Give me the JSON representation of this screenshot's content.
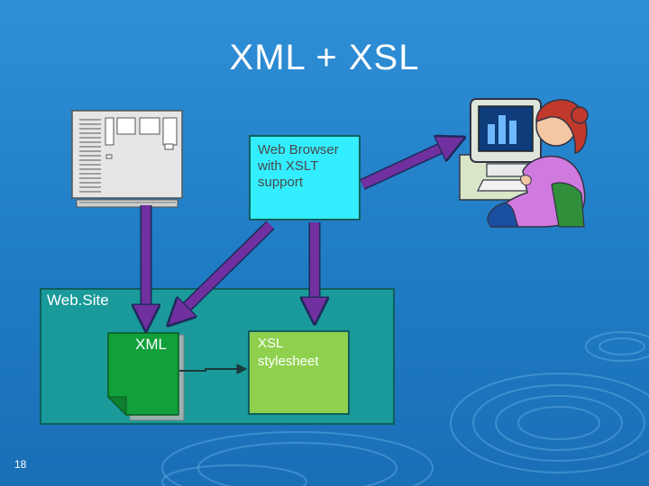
{
  "slide": {
    "title": "XML + XSL",
    "page_number": "18"
  },
  "nodes": {
    "browser": {
      "label_lines": [
        "Web Browser",
        "with XSLT",
        "support"
      ]
    },
    "website": {
      "label": "Web.Site"
    },
    "xml_doc": {
      "label": "XML"
    },
    "xsl_doc": {
      "label_lines": [
        "XSL",
        "stylesheet"
      ]
    }
  },
  "colors": {
    "background": "#1f7cc4",
    "website_fill": "#1a9a9a",
    "browser_fill": "#33eeff",
    "xml_fill": "#11a03a",
    "xsl_fill": "#8fd14f",
    "arrow": "#7030a0"
  },
  "icons": {
    "server": "server-icon",
    "user": "user-at-computer-icon",
    "xml_document": "document-icon"
  }
}
